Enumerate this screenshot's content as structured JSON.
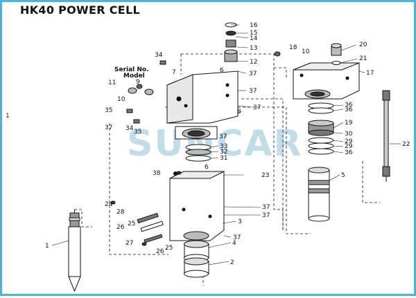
{
  "title": "HK40 POWER CELL",
  "corner_mark": "1",
  "watermark": "SUNCAR",
  "block_labels": {
    "serial": "Serial No.",
    "model": "Model"
  },
  "colors": {
    "border": "#49b5d6",
    "ink": "#111111",
    "watermark": "#8fc2d6"
  },
  "callouts": [
    "1",
    "2",
    "3",
    "4",
    "5",
    "6",
    "6",
    "7",
    "8",
    "9",
    "10",
    "10",
    "11",
    "12",
    "13",
    "14",
    "15",
    "16",
    "17",
    "18",
    "19",
    "20",
    "21",
    "22",
    "23",
    "24",
    "25",
    "25",
    "26",
    "26",
    "27",
    "28",
    "29",
    "29",
    "30",
    "31",
    "32",
    "33",
    "34",
    "34",
    "35",
    "35",
    "36",
    "36",
    "36",
    "37",
    "37",
    "37",
    "37",
    "37",
    "37",
    "37",
    "37",
    "38"
  ]
}
